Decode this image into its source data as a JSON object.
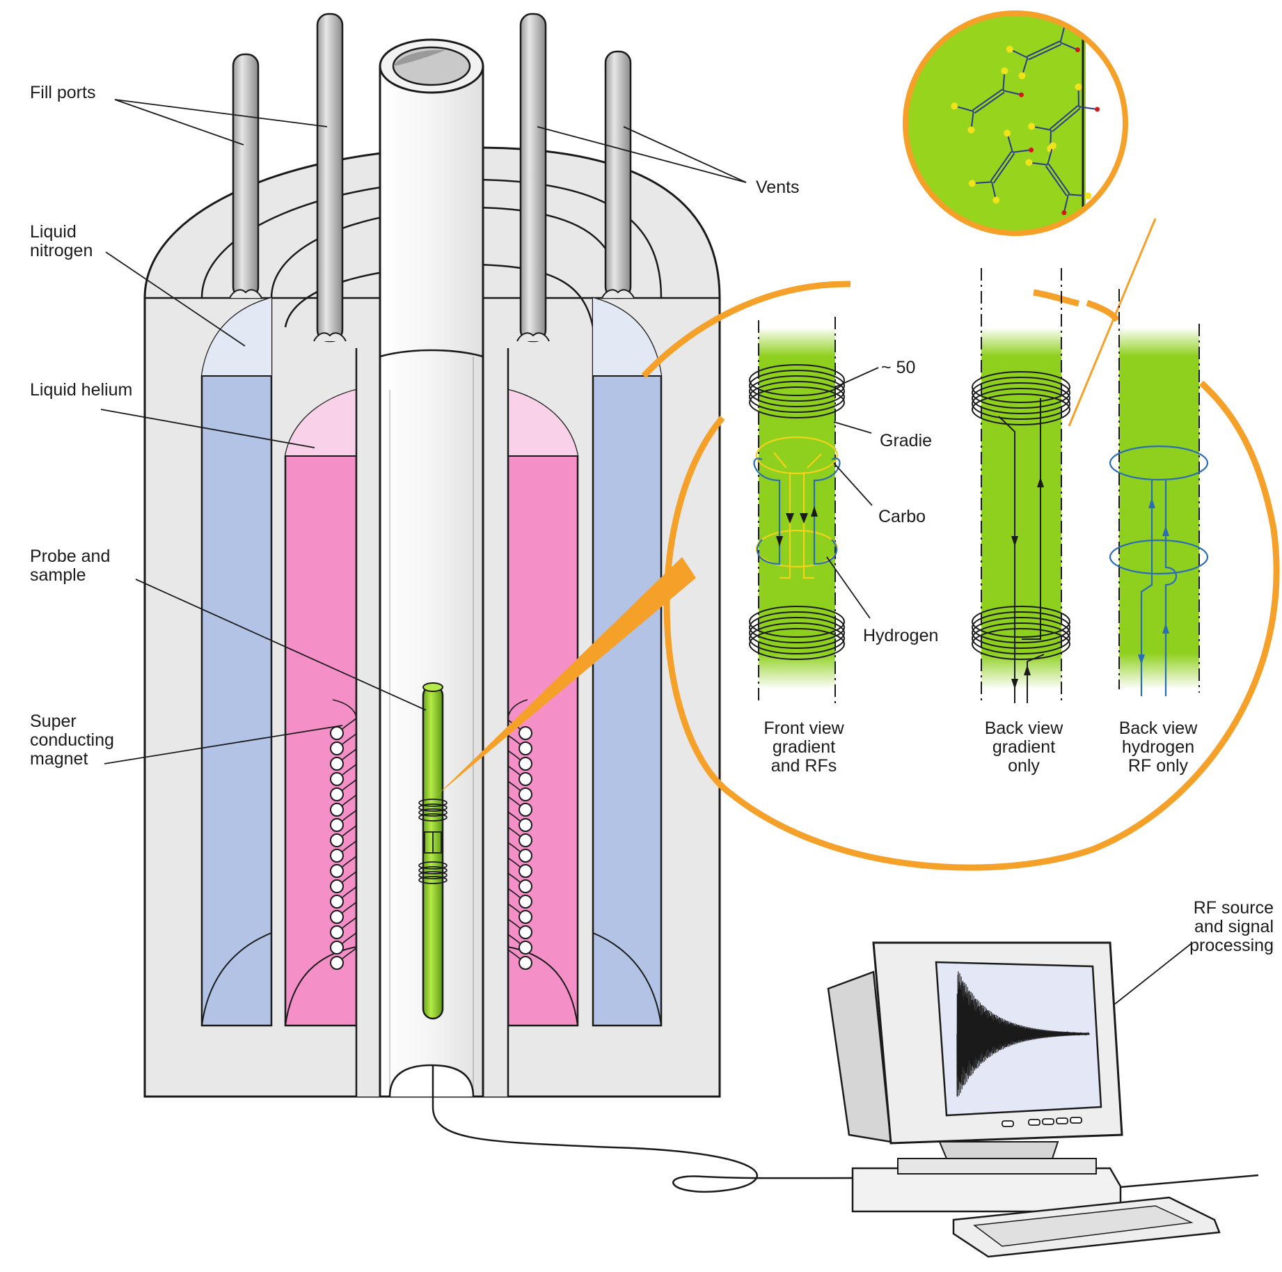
{
  "labels": {
    "fill_ports": "Fill ports",
    "vents": "Vents",
    "liquid_nitrogen": [
      "Liquid",
      "nitrogen"
    ],
    "liquid_helium": "Liquid helium",
    "probe_and_sample": [
      "Probe and",
      "sample"
    ],
    "superconducting_magnet": [
      "Super",
      "conducting",
      "magnet"
    ],
    "rf_source": [
      "RF source",
      "and signal",
      "processing"
    ]
  },
  "coil_labels": {
    "turns": "~ 50",
    "gradient": "Gradie",
    "carbon": "Carbo",
    "hydrogen": "Hydrogen"
  },
  "view_captions": {
    "front": [
      "Front view",
      "gradient",
      "and RFs"
    ],
    "back_gradient": [
      "Back view",
      "gradient",
      "only"
    ],
    "back_hydrogen": [
      "Back view",
      "hydrogen",
      "RF only"
    ]
  },
  "colors": {
    "nitrogen": "#b3c3e6",
    "nitrogen_top": "#e3e8f5",
    "helium": "#f48fc8",
    "helium_top": "#f9d2ea",
    "body": "#e8e8e8",
    "tube": "#f5f5f5",
    "sample": "#8fd01e",
    "orange": "#f5a028",
    "gradient_coil": "#1a1a1a",
    "carbon_coil": "#f2d21a",
    "hydrogen_coil": "#2a6db5",
    "screen": "#e4e8f6"
  }
}
